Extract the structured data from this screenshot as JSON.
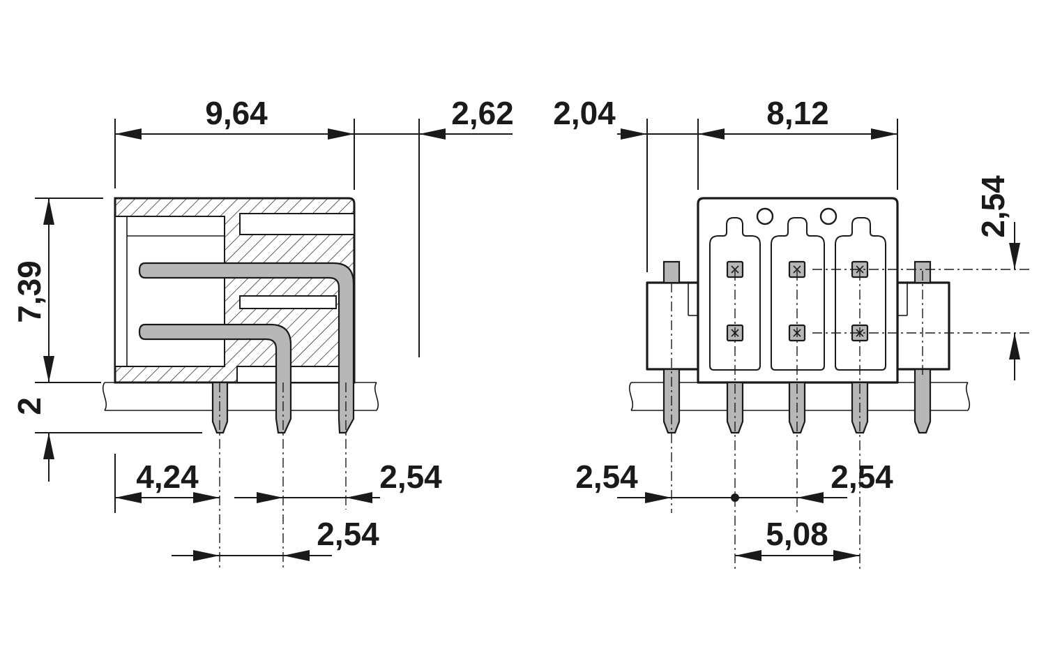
{
  "drawing": {
    "side_view": {
      "dimensions": {
        "body_length": "9,64",
        "overhang": "2,62",
        "body_height": "7,39",
        "board_thickness": "2",
        "first_pin_offset": "4,24",
        "pitch_top": "2,54",
        "pitch_bottom": "2,54"
      }
    },
    "front_view": {
      "dimensions": {
        "flange_offset": "2,04",
        "body_width": "8,12",
        "row_spacing": "2,54",
        "left_pitch": "2,54",
        "right_pitch": "2,54",
        "span": "5,08"
      }
    }
  }
}
